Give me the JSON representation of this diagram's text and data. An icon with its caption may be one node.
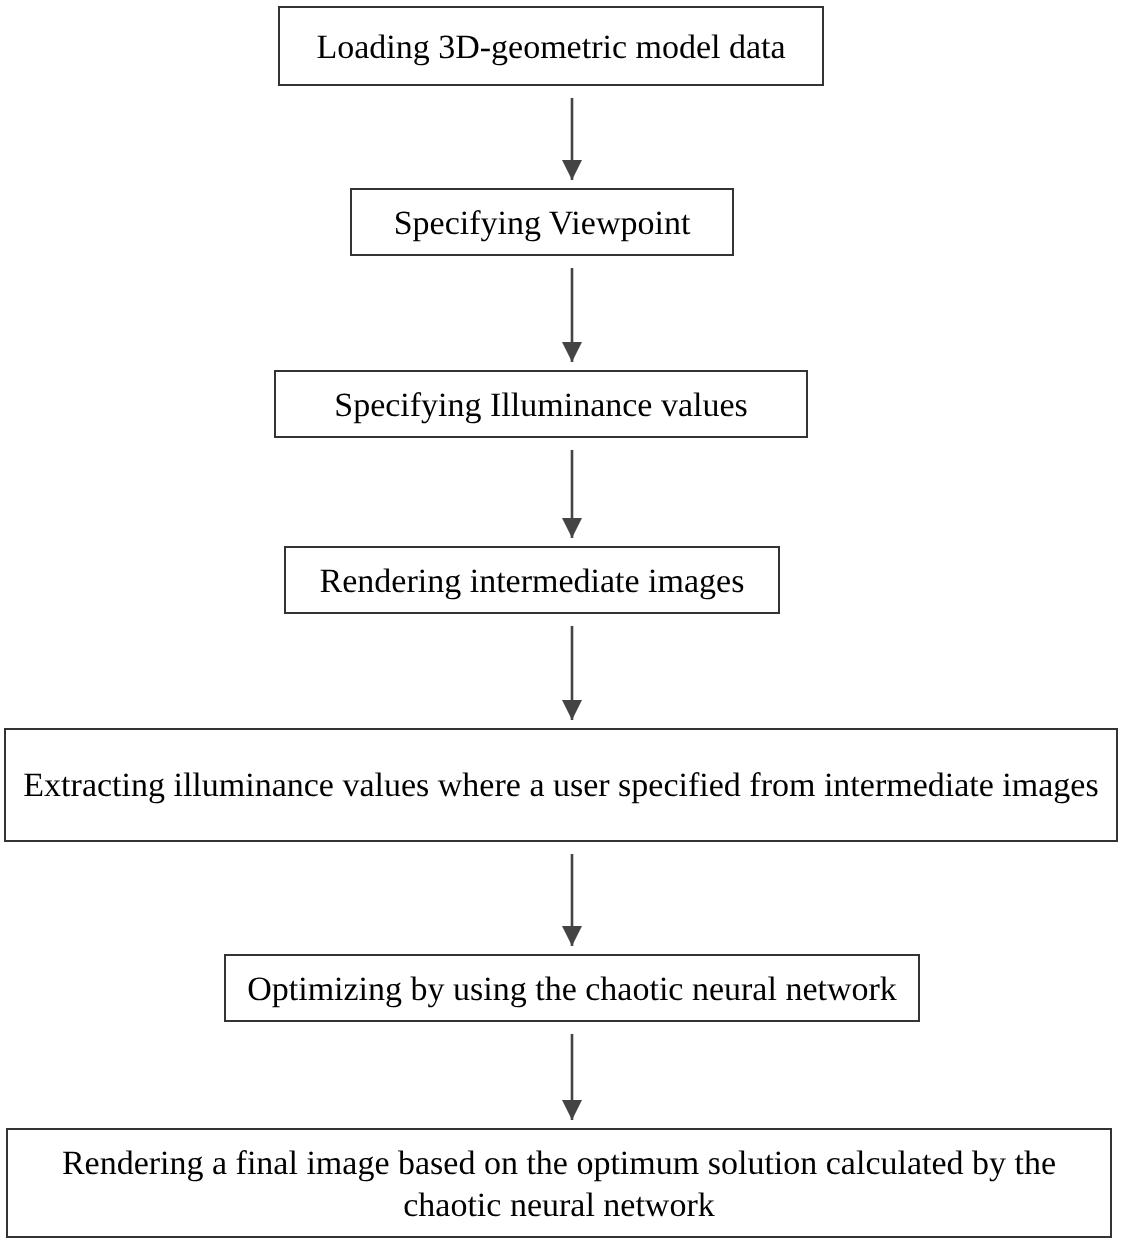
{
  "diagram": {
    "nodes": [
      {
        "text": [
          "Loading 3D-geometric model data"
        ]
      },
      {
        "text": [
          "Specifying Viewpoint"
        ]
      },
      {
        "text": [
          "Specifying Illuminance values"
        ]
      },
      {
        "text": [
          "Rendering intermediate images"
        ]
      },
      {
        "text": [
          "Extracting illuminance values where a user specified from intermediate images"
        ]
      },
      {
        "text": [
          "Optimizing by using the chaotic neural network"
        ]
      },
      {
        "text": [
          "Rendering a final image based on the optimum solution calculated by the chaotic neural network"
        ]
      }
    ],
    "edges": [
      {
        "from": 0,
        "to": 1,
        "arrow": "to"
      },
      {
        "from": 1,
        "to": 2,
        "arrow": "to"
      },
      {
        "from": 2,
        "to": 3,
        "arrow": "to"
      },
      {
        "from": 3,
        "to": 4,
        "arrow": "to"
      },
      {
        "from": 4,
        "to": 5,
        "arrow": "to"
      },
      {
        "from": 5,
        "to": 6,
        "arrow": "to"
      }
    ]
  }
}
